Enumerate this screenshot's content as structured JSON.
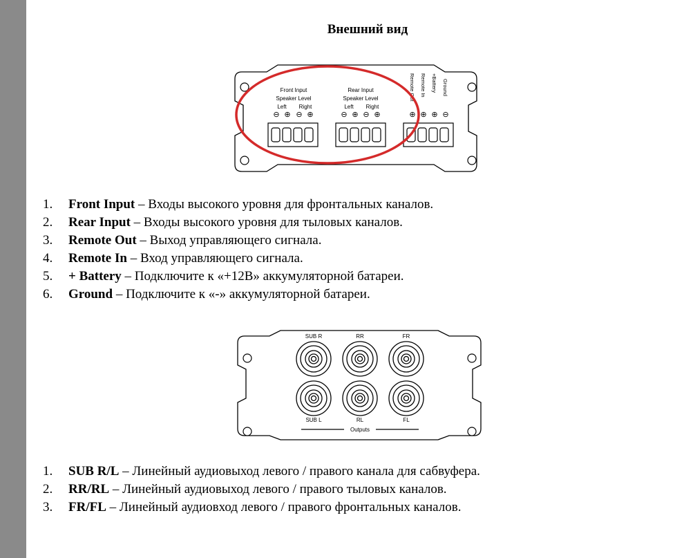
{
  "title": "Внешний вид",
  "panel_top": {
    "front_label": [
      "Front Input",
      "Speaker Level"
    ],
    "rear_label": [
      "Rear Input",
      "Speaker Level"
    ],
    "left": "Left",
    "right": "Right",
    "rotated_labels": [
      "Remote Out",
      "Remote In",
      "+Battery",
      "Ground"
    ]
  },
  "list_top": [
    {
      "num": "1.",
      "term": "Front Input",
      "desc": " – Входы высокого уровня для фронтальных каналов."
    },
    {
      "num": "2.",
      "term": "Rear Input",
      "desc": " – Входы высокого уровня для тыловых каналов."
    },
    {
      "num": "3.",
      "term": "Remote Out",
      "desc": " – Выход управляющего сигнала."
    },
    {
      "num": "4.",
      "term": "Remote In",
      "desc": " – Вход управляющего сигнала."
    },
    {
      "num": "5.",
      "term": "+ Battery",
      "desc": " – Подключите к «+12В» аккумуляторной батареи."
    },
    {
      "num": "6.",
      "term": "Ground",
      "desc": " – Подключите к «-»  аккумуляторной батареи."
    }
  ],
  "panel_bottom": {
    "top_labels": [
      "SUB R",
      "RR",
      "FR"
    ],
    "bottom_labels": [
      "SUB L",
      "RL",
      "FL"
    ],
    "outputs": "Outputs"
  },
  "list_bottom": [
    {
      "num": "1.",
      "term": "SUB R/L",
      "desc": "  – Линейный аудиовыход левого / правого канала для сабвуфера."
    },
    {
      "num": "2.",
      "term": "RR/RL",
      "desc": "  – Линейный аудиовыход левого / правого тыловых каналов."
    },
    {
      "num": "3.",
      "term": "FR/FL",
      "desc": "  – Линейный аудиовход левого / правого фронтальных каналов."
    }
  ],
  "colors": {
    "annotation_circle": "#d42a2a",
    "gutter": "#8a8a8a"
  }
}
